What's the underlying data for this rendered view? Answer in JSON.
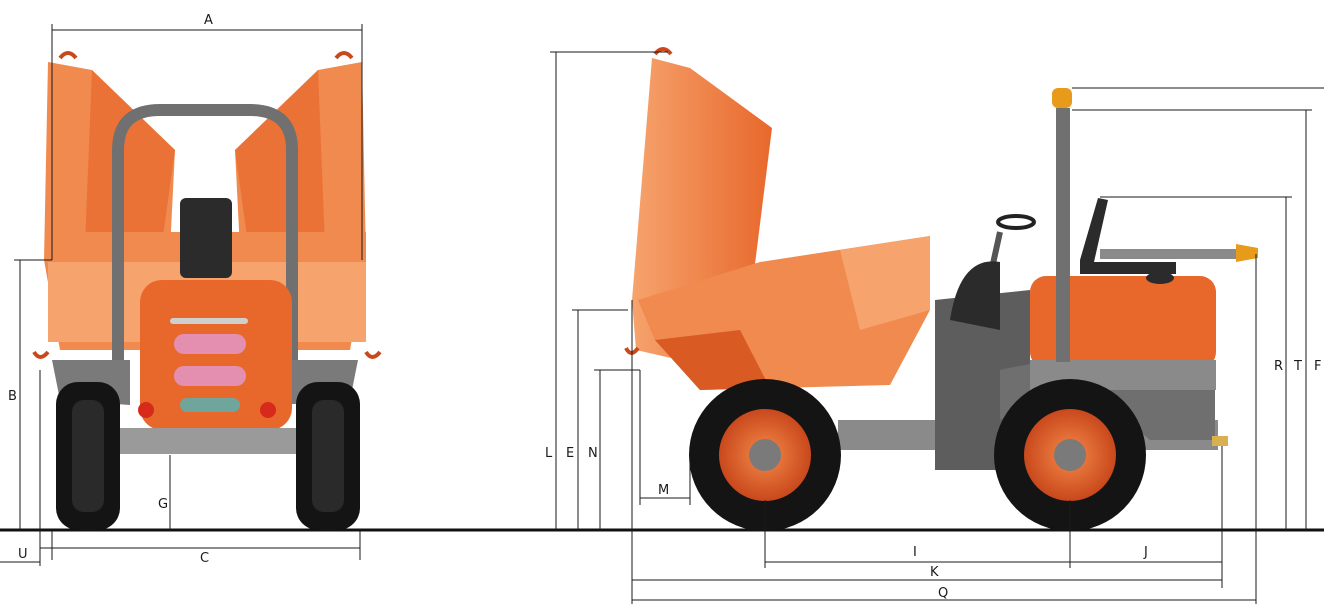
{
  "diagram": {
    "labels": {
      "A": "A",
      "B": "B",
      "C": "C",
      "E": "E",
      "F": "F",
      "G": "G",
      "I": "I",
      "J": "J",
      "K": "K",
      "L": "L",
      "M": "M",
      "N": "N",
      "Q": "Q",
      "R": "R",
      "T": "T",
      "U": "U"
    },
    "colors": {
      "body_orange": "#e8682c",
      "skip_orange": "#f08a4e",
      "skip_light": "#f6a36d",
      "chassis_grey": "#6f6f6f",
      "dark_grey": "#3a3a3a",
      "tyre_black": "#141414",
      "beacon_amber": "#e89a1a"
    },
    "icons": [
      "front-view-dumper",
      "side-view-dumper",
      "warning-beacon-icon",
      "steering-wheel-icon",
      "seat-icon"
    ]
  }
}
